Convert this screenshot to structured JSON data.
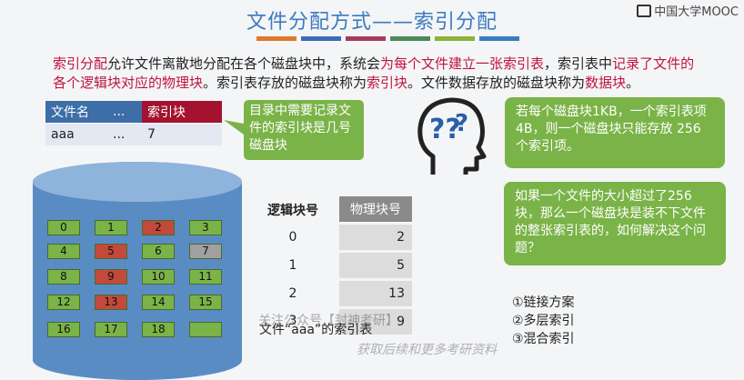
{
  "title": "文件分配方式——索引分配",
  "logo": "中国大学MOOC",
  "intro": {
    "p1_red": "索引分配",
    "p1_a": "允许文件离散地分配在各个磁盘块中，系统会",
    "p1_red2": "为每个文件建立一张索引表",
    "p1_b": "，索引表中",
    "p1_red3": "记录了文件的各个逻辑块对应的物理块",
    "p1_c": "。索引表存放的磁盘块称为",
    "p1_red4": "索引块",
    "p1_d": "。文件数据存放的磁盘块称为",
    "p1_red5": "数据块",
    "p1_e": "。"
  },
  "dir_table": {
    "headers": [
      "文件名",
      "...",
      "索引块"
    ],
    "row": [
      "aaa",
      "...",
      "7"
    ]
  },
  "bubble_dir": "目录中需要记录文件的索引块是几号磁盘块",
  "bubble_q1": "若每个磁盘块1KB，一个索引表项4B，则一个磁盘块只能存放 256 个索引项。",
  "bubble_q2": "如果一个文件的大小超过了256块，那么一个磁盘块是装不下文件的整张索引表的，如何解决这个问题？",
  "disk_blocks": [
    {
      "n": "0",
      "c": "#7ab347"
    },
    {
      "n": "1",
      "c": "#7ab347"
    },
    {
      "n": "2",
      "c": "#c34a3a"
    },
    {
      "n": "3",
      "c": "#7ab347"
    },
    {
      "n": "4",
      "c": "#7ab347"
    },
    {
      "n": "5",
      "c": "#c34a3a"
    },
    {
      "n": "6",
      "c": "#7ab347"
    },
    {
      "n": "7",
      "c": "#a0a0a0"
    },
    {
      "n": "8",
      "c": "#7ab347"
    },
    {
      "n": "9",
      "c": "#c34a3a"
    },
    {
      "n": "10",
      "c": "#7ab347"
    },
    {
      "n": "11",
      "c": "#7ab347"
    },
    {
      "n": "12",
      "c": "#7ab347"
    },
    {
      "n": "13",
      "c": "#c34a3a"
    },
    {
      "n": "14",
      "c": "#7ab347"
    },
    {
      "n": "15",
      "c": "#7ab347"
    },
    {
      "n": "16",
      "c": "#7ab347"
    },
    {
      "n": "17",
      "c": "#7ab347"
    },
    {
      "n": "18",
      "c": "#7ab347"
    },
    {
      "n": "",
      "c": "#7ab347"
    }
  ],
  "index_table": {
    "headers": [
      "逻辑块号",
      "物理块号"
    ],
    "rows": [
      [
        "0",
        "2"
      ],
      [
        "1",
        "5"
      ],
      [
        "2",
        "13"
      ],
      [
        "3",
        "9"
      ]
    ],
    "caption": "文件“aaa”的索引表"
  },
  "options": [
    "①链接方案",
    "②多层索引",
    "③混合索引"
  ],
  "watermark": "关注公众号【封神考研】",
  "watermark2": "获取后续和更多考研资料",
  "colors": {
    "title": "#3b7bbf",
    "bar_colors": [
      "#e0782e",
      "#3b6db5",
      "#a53b5e",
      "#4a8a5a",
      "#8cb339",
      "#3b7bbf"
    ]
  }
}
